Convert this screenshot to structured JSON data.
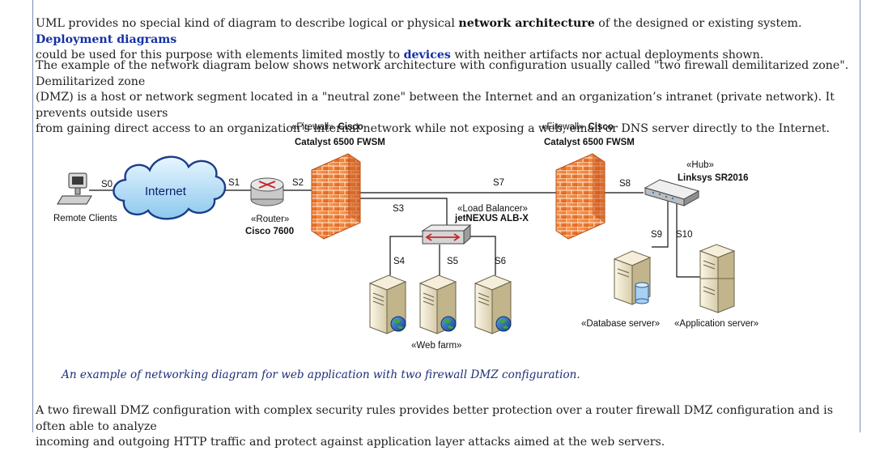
{
  "intro": {
    "t1": "UML provides no special kind of diagram to describe logical or physical ",
    "b1": "network architecture",
    "t2": " of the designed or existing system. ",
    "link1": "Deployment diagrams",
    "t3": "could be used for this purpose with elements limited mostly to ",
    "link2": "devices",
    "t4": " with neither artifacts nor actual deployments shown."
  },
  "description": {
    "line1": "The example of the network diagram below shows network architecture with configuration usually called \"two firewall demilitarized zone\". Demilitarized zone",
    "line2": "(DMZ) is a host or network segment located in a \"neutral zone\" between the Internet and an organization’s intranet (private network). It prevents outside users",
    "line3": "from gaining direct access to an organization’s internal network while not exposing a web, email or DNS server directly to the Internet."
  },
  "diagram": {
    "firewall1": {
      "stereotype": "«Firewall»",
      "vendor": "Cisco",
      "model": "Catalyst 6500 FWSM"
    },
    "firewall2": {
      "stereotype": "«Firewall»",
      "vendor": "Cisco",
      "model": "Catalyst 6500 FWSM"
    },
    "internet": "Internet",
    "remote_clients": "Remote Clients",
    "router": {
      "stereotype": "«Router»",
      "model": "Cisco 7600"
    },
    "load_balancer": {
      "stereotype": "«Load Balancer»",
      "model": "jetNEXUS ALB-X"
    },
    "hub": {
      "stereotype": "«Hub»",
      "model": "Linksys SR2016"
    },
    "web_farm": "«Web farm»",
    "database_server": "«Database server»",
    "application_server": "«Application server»",
    "links": {
      "s0": "S0",
      "s1": "S1",
      "s2": "S2",
      "s3": "S3",
      "s4": "S4",
      "s5": "S5",
      "s6": "S6",
      "s7": "S7",
      "s8": "S8",
      "s9": "S9",
      "s10": "S10"
    }
  },
  "caption": "An example of networking diagram for web application with two firewall DMZ configuration.",
  "conclusion": {
    "line1": "A two firewall DMZ configuration with complex security rules provides better protection over a router firewall DMZ configuration and is often able to analyze",
    "line2": "incoming and outgoing HTTP traffic and protect against application layer attacks aimed at the web servers."
  },
  "colors": {
    "link": "#1530a6",
    "caption": "#1c2f78",
    "firewall": "#f07a28",
    "border": "#7a8fb5"
  }
}
